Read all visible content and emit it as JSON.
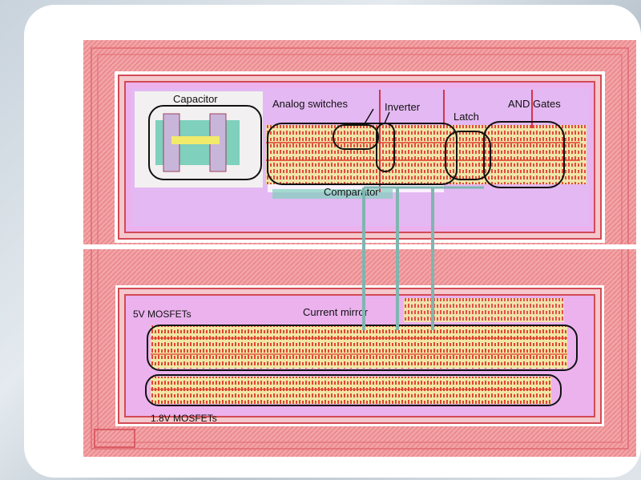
{
  "labels": {
    "capacitor": "Capacitor",
    "analog_switches": "Analog switches",
    "inverter": "Inverter",
    "latch": "Latch",
    "and_gates": "AND Gates",
    "comparator": "Comparator",
    "current_mirror": "Current mirror",
    "mosfets_5v": "5V MOSFETs",
    "mosfets_1_8v": "1.8V MOSFETs"
  },
  "colors": {
    "guard_ring": "#f08f93",
    "well": "#e3a3f0",
    "poly": "#e23a2a",
    "metal": "#f2ea6a",
    "interconnect": "#7fb6b0"
  }
}
